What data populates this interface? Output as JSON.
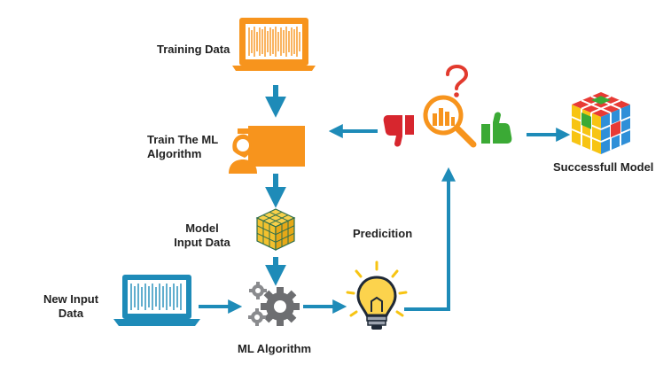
{
  "labels": {
    "training_data": "Training Data",
    "train_ml_line1": "Train The  ML",
    "train_ml_line2": "Algorithm",
    "model_line1": "Model",
    "model_line2": "Input Data",
    "prediction": "Predicition",
    "new_input_line1": "New Input",
    "new_input_line2": "Data",
    "ml_algorithm": "ML  Algorithm",
    "successful_model": "Successfull Model"
  },
  "colors": {
    "orange": "#F7941D",
    "arrow_blue": "#1E8BB8",
    "laptop_blue": "#1E8BB8",
    "gear_gray": "#6D6E71",
    "cube_yellow": "#F2C12E",
    "thumb_red": "#D7262E",
    "thumb_green": "#3BAA35",
    "question_red": "#E23A2E"
  },
  "icons": {
    "training_laptop": "laptop-icon",
    "presenter": "presenter-icon",
    "data_cube": "data-cube-icon",
    "new_input_laptop": "laptop-icon",
    "gears": "gears-icon",
    "bulb": "lightbulb-icon",
    "magnifier": "magnifier-chart-icon",
    "question": "question-mark-icon",
    "thumbs_down": "thumbs-down-icon",
    "thumbs_up": "thumbs-up-icon",
    "model_cube": "rubik-cube-icon"
  }
}
